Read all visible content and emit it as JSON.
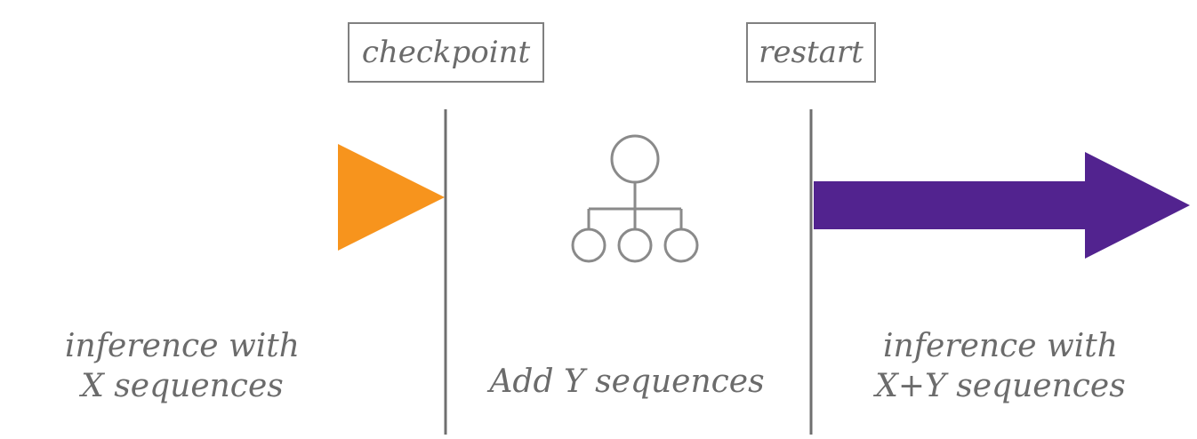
{
  "labels": {
    "checkpoint": "checkpoint",
    "restart": "restart"
  },
  "captions": {
    "left_line1": "inference with",
    "left_line2": "X sequences",
    "middle": "Add Y sequences",
    "right_line1": "inference with",
    "right_line2": "X+Y sequences"
  },
  "icons": {
    "middle": "hierarchy-icon"
  },
  "colors": {
    "left_arrow": "#F7941D",
    "right_arrow": "#52238F",
    "divider": "#6F6F6F",
    "icon": "#8A8A8A",
    "text": "#6B6B6B"
  }
}
